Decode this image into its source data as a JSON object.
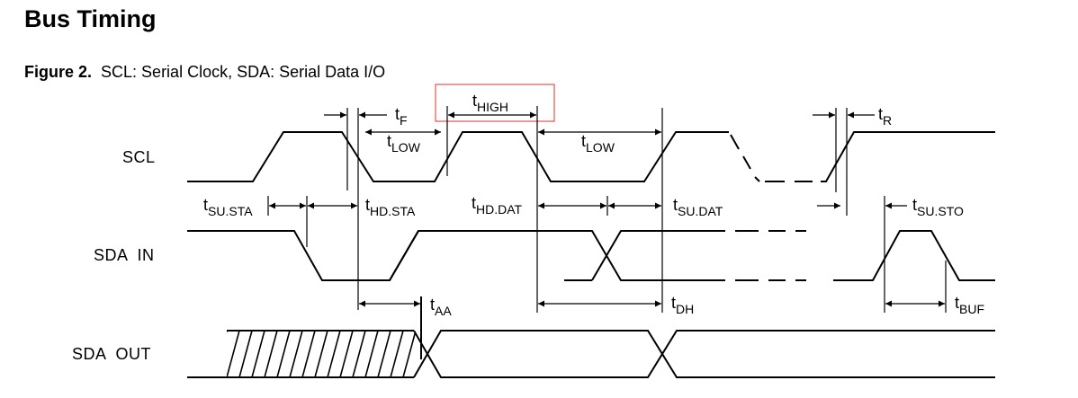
{
  "heading": "Bus Timing",
  "caption": {
    "figure_label": "Figure 2.",
    "text": "SCL: Serial Clock, SDA: Serial Data I/O"
  },
  "signals": {
    "scl": "SCL",
    "sda_in": "SDA  IN",
    "sda_out": "SDA  OUT"
  },
  "timing_labels": {
    "t_high": {
      "t": "t",
      "sub": "HIGH"
    },
    "t_f": {
      "t": "t",
      "sub": "F"
    },
    "t_r": {
      "t": "t",
      "sub": "R"
    },
    "t_low_1": {
      "t": "t",
      "sub": "LOW"
    },
    "t_low_2": {
      "t": "t",
      "sub": "LOW"
    },
    "t_su_sta": {
      "t": "t",
      "sub": "SU.STA"
    },
    "t_hd_sta": {
      "t": "t",
      "sub": "HD.STA"
    },
    "t_hd_dat": {
      "t": "t",
      "sub": "HD.DAT"
    },
    "t_su_dat": {
      "t": "t",
      "sub": "SU.DAT"
    },
    "t_su_sto": {
      "t": "t",
      "sub": "SU.STO"
    },
    "t_aa": {
      "t": "t",
      "sub": "AA"
    },
    "t_dh": {
      "t": "t",
      "sub": "DH"
    },
    "t_buf": {
      "t": "t",
      "sub": "BUF"
    }
  },
  "colors": {
    "highlight_box": "#d9534f",
    "lines": "#000000"
  }
}
